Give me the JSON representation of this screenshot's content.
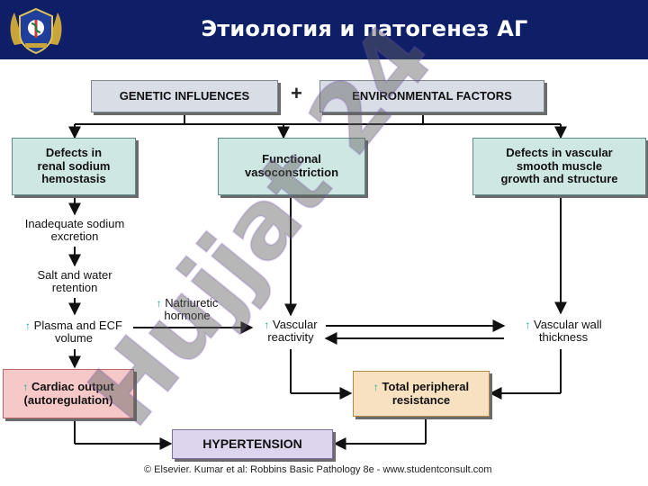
{
  "header": {
    "title": "Этиология и патогенез АГ",
    "background_color": "#0e1f68",
    "logo_icon": "emblem-logo"
  },
  "diagram": {
    "genetic": "GENETIC INFLUENCES",
    "plus": "+",
    "environmental": "ENVIRONMENTAL FACTORS",
    "renal": [
      "Defects in",
      "renal sodium",
      "hemostasis"
    ],
    "functional": [
      "Functional",
      "vasoconstriction"
    ],
    "vascular_defects": [
      "Defects in vascular",
      "smooth muscle",
      "growth and structure"
    ],
    "inadequate": [
      "Inadequate sodium",
      "excretion"
    ],
    "salt": [
      "Salt and water",
      "retention"
    ],
    "plasma": [
      "Plasma and ECF",
      "volume"
    ],
    "natriuretic": [
      "Natriuretic",
      "hormone"
    ],
    "vascular_reactivity": [
      "Vascular",
      "reactivity"
    ],
    "wall_thickness": [
      "Vascular wall",
      "thickness"
    ],
    "cardiac": [
      "Cardiac output",
      "(autoregulation)"
    ],
    "tpr": [
      "Total peripheral",
      "resistance"
    ],
    "hypertension": "HYPERTENSION",
    "increase_arrow": "↑"
  },
  "watermark": "Hujjat 24",
  "copyright": "© Elsevier. Kumar et al: Robbins Basic Pathology 8e - www.studentconsult.com"
}
